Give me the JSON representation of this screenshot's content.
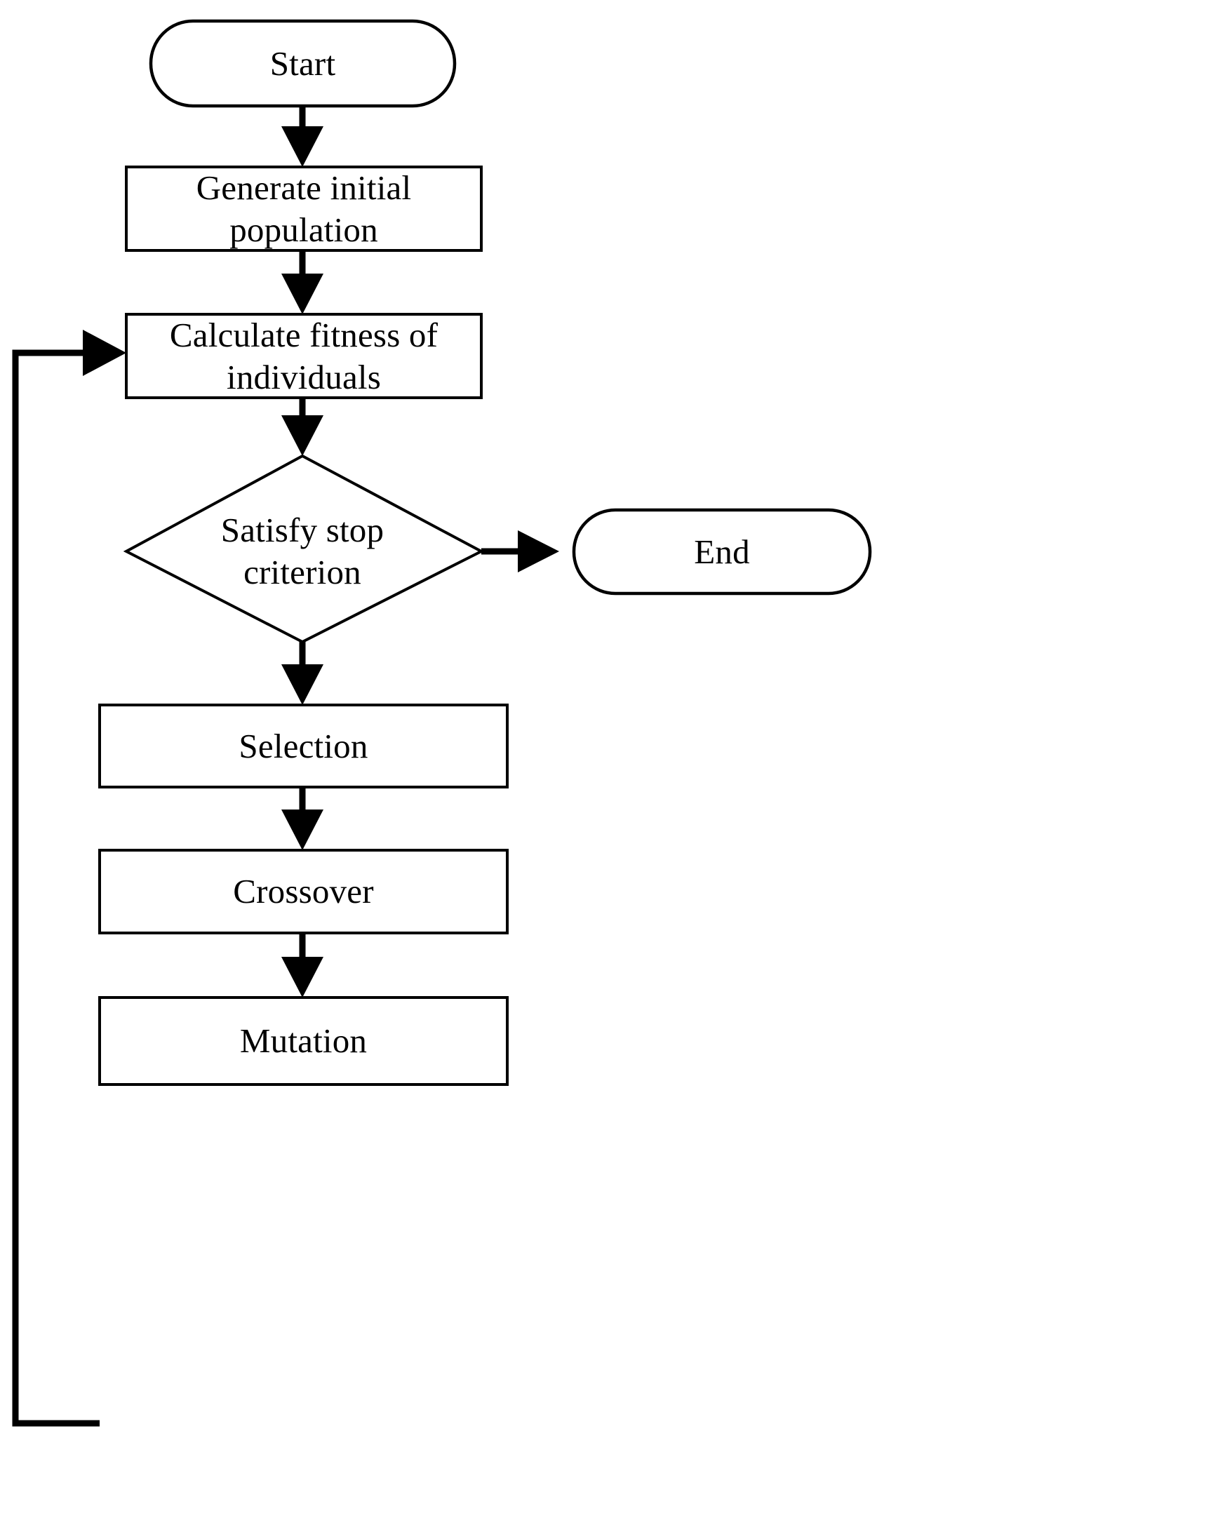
{
  "diagram": {
    "title": "Genetic algorithm flowchart",
    "background_color": "#ffffff",
    "line_color": "#000000",
    "text_color": "#000000",
    "nodes": [
      {
        "id": "start",
        "label": "Start",
        "shape": "terminator"
      },
      {
        "id": "generate",
        "label": "Generate initial\npopulation",
        "shape": "process"
      },
      {
        "id": "fitness",
        "label": "Calculate fitness of\nindividuals",
        "shape": "process"
      },
      {
        "id": "decision",
        "label": "Satisfy stop\ncriterion",
        "shape": "decision"
      },
      {
        "id": "end",
        "label": "End",
        "shape": "terminator"
      },
      {
        "id": "selection",
        "label": "Selection",
        "shape": "process"
      },
      {
        "id": "crossover",
        "label": "Crossover",
        "shape": "process"
      },
      {
        "id": "mutation",
        "label": "Mutation",
        "shape": "process"
      }
    ],
    "edges": [
      {
        "from": "start",
        "to": "generate",
        "label": ""
      },
      {
        "from": "generate",
        "to": "fitness",
        "label": ""
      },
      {
        "from": "fitness",
        "to": "decision",
        "label": ""
      },
      {
        "from": "decision",
        "to": "end",
        "label": ""
      },
      {
        "from": "decision",
        "to": "selection",
        "label": ""
      },
      {
        "from": "selection",
        "to": "crossover",
        "label": ""
      },
      {
        "from": "crossover",
        "to": "mutation",
        "label": ""
      },
      {
        "from": "mutation",
        "to": "fitness",
        "label": ""
      }
    ]
  }
}
